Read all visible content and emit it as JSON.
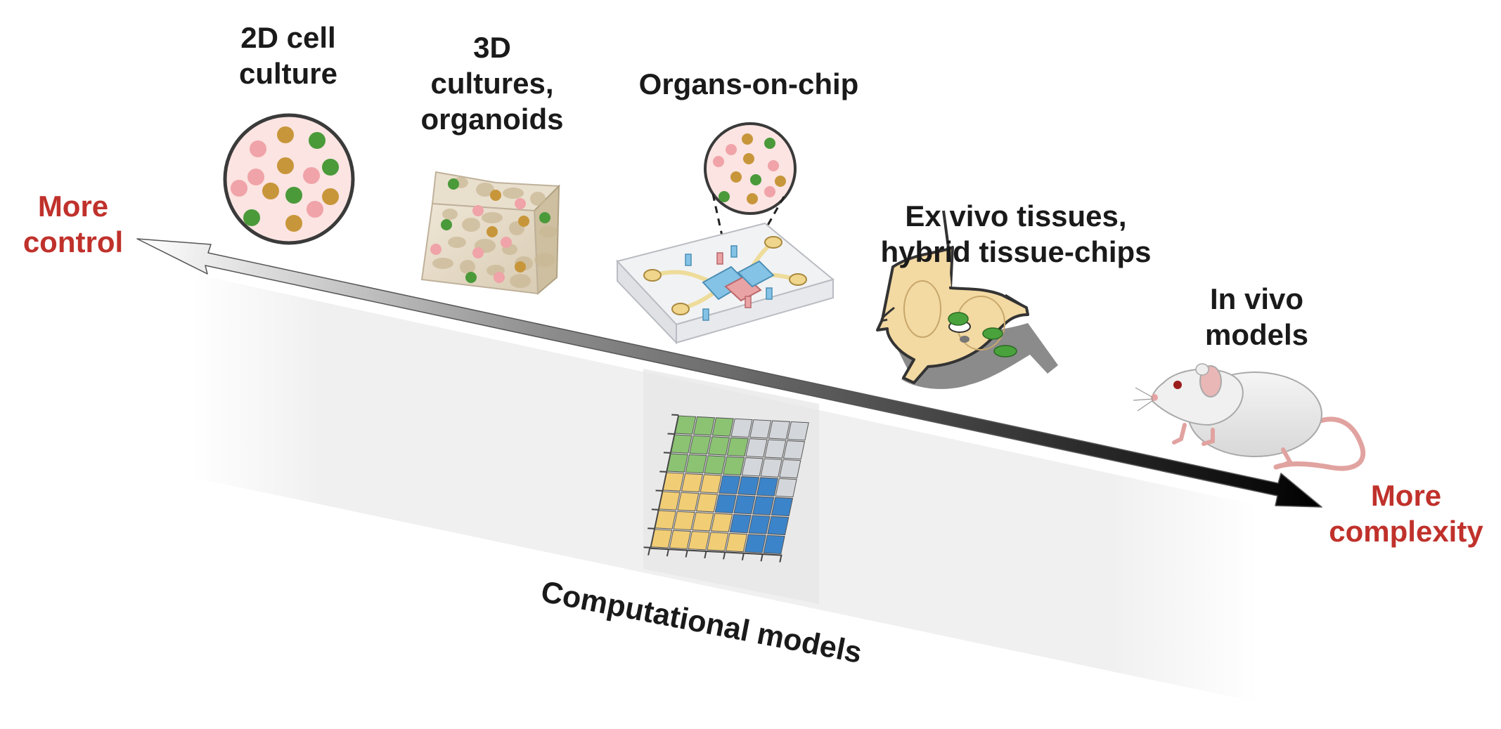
{
  "models": [
    {
      "label": "2D cell\nculture"
    },
    {
      "label": "3D\ncultures,\norganoids"
    },
    {
      "label": "Organs-on-chip"
    },
    {
      "label": "Ex vivo tissues,\nhybrid tissue-chips"
    },
    {
      "label": "In vivo\nmodels"
    }
  ],
  "axis": {
    "left_label": "More\ncontrol",
    "right_label": "More\ncomplexity"
  },
  "computational": {
    "label": "Computational models"
  },
  "colors": {
    "accent_red": "#c0312b",
    "cell_pink": "#f0a3a8",
    "cell_gold": "#c8963a",
    "cell_green": "#4a9a3a",
    "dish_fill": "#fbe4e2",
    "grid_green": "#8bc373",
    "grid_yellow": "#f1cd75",
    "grid_blue": "#3b84c9",
    "grid_grey": "#d3d6da",
    "chip_blue": "#84c3e6",
    "chip_pink": "#eaa3a5",
    "tissue_fill": "#f3d9a2"
  },
  "icons": [
    "petri-dish-icon",
    "organoid-sponge-icon",
    "organ-chip-icon",
    "tissue-slice-icon",
    "mouse-icon",
    "data-grid-icon",
    "double-arrow-icon"
  ]
}
